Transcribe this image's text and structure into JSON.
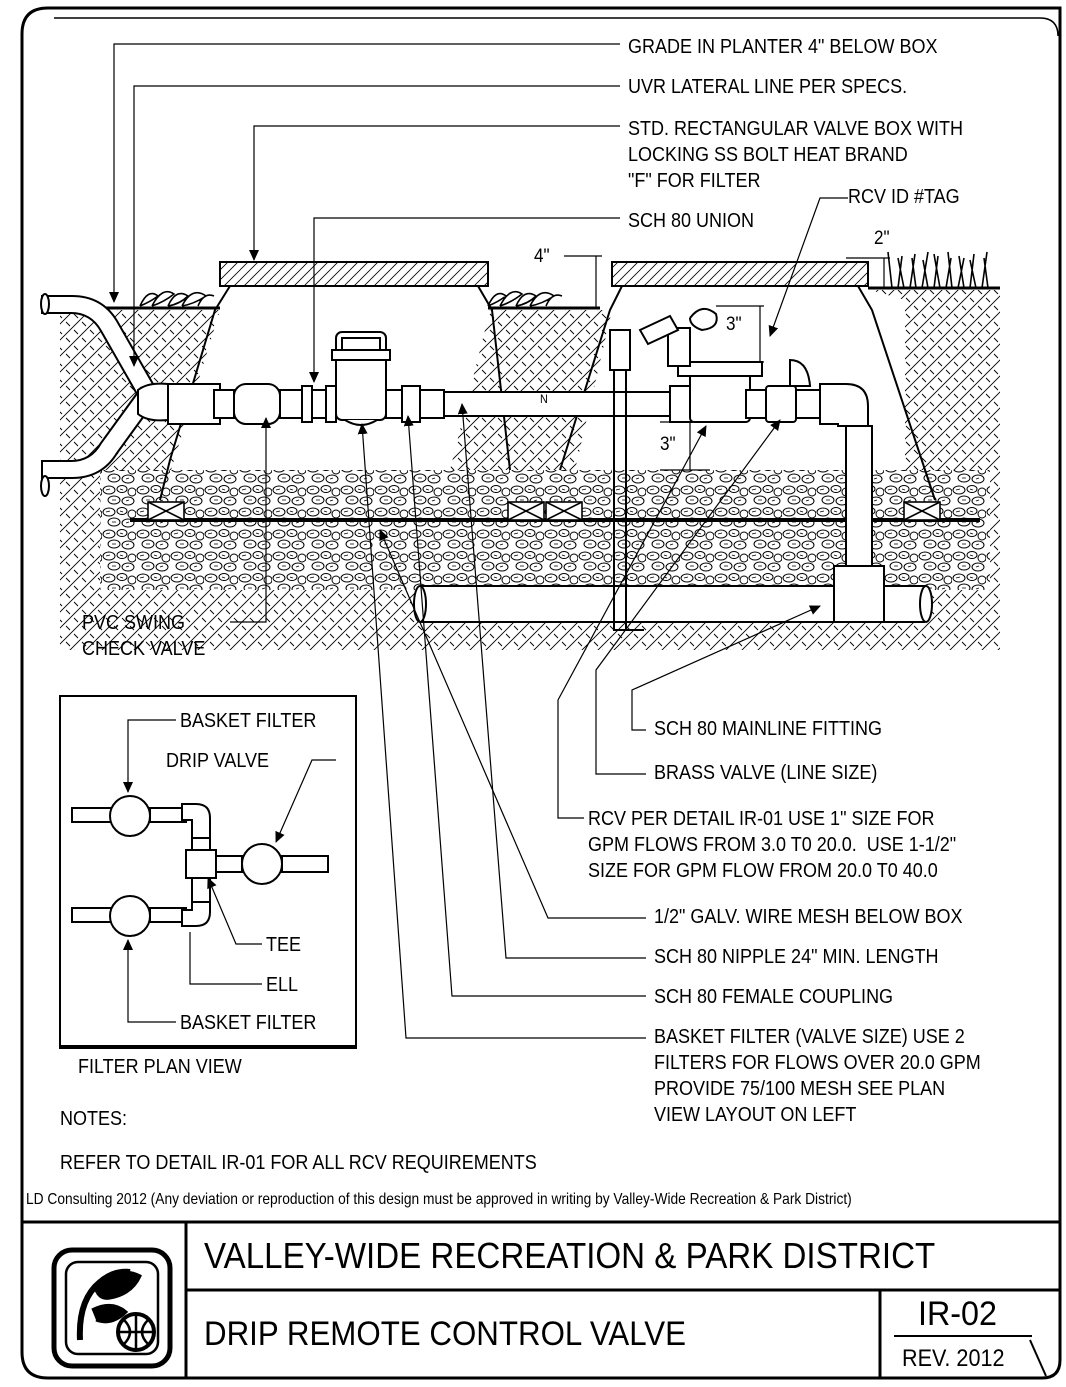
{
  "callouts_right": {
    "grade": "GRADE IN PLANTER 4\" BELOW BOX",
    "uvr": "UVR LATERAL LINE PER SPECS.",
    "valve_box": "STD. RECTANGULAR VALVE BOX WITH\nLOCKING SS BOLT HEAT BRAND\n\"F\" FOR FILTER",
    "rcv_tag": "RCV ID #TAG",
    "union": "SCH 80 UNION"
  },
  "dimensions": {
    "four_in": "4\"",
    "two_in": "2\"",
    "three_in_top": "3\"",
    "three_in_bottom": "3\"",
    "flow_mark": "N"
  },
  "callout_left": {
    "check_valve": "PVC SWING\nCHECK VALVE"
  },
  "callouts_bottom": {
    "mainline_fitting": "SCH 80 MAINLINE FITTING",
    "brass_valve": "BRASS VALVE (LINE SIZE)",
    "rcv": "RCV PER DETAIL IR-01 USE 1\" SIZE FOR\nGPM FLOWS FROM 3.0 T0 20.0.  USE 1-1/2\"\nSIZE FOR GPM FLOW FROM 20.0 T0 40.0",
    "wire_mesh": "1/2\" GALV. WIRE MESH BELOW BOX",
    "nipple": "SCH 80 NIPPLE 24\" MIN. LENGTH",
    "coupling": "SCH 80 FEMALE COUPLING",
    "basket": "BASKET FILTER (VALVE SIZE) USE 2\nFILTERS FOR FLOWS OVER 20.0 GPM\nPROVIDE 75/100 MESH SEE PLAN\nVIEW LAYOUT ON LEFT"
  },
  "plan_view": {
    "basket_top": "BASKET FILTER",
    "drip_valve": "DRIP VALVE",
    "tee": "TEE",
    "ell": "ELL",
    "basket_bottom": "BASKET FILTER",
    "caption": "FILTER PLAN VIEW"
  },
  "notes": {
    "heading": "NOTES:",
    "line1": "REFER TO DETAIL IR-01 FOR ALL RCV REQUIREMENTS"
  },
  "credit": "LD Consulting 2012  (Any deviation or reproduction of this design must be approved in writing by Valley-Wide Recreation & Park District)",
  "title_block": {
    "agency": "VALLEY-WIDE RECREATION & PARK DISTRICT",
    "title": "DRIP REMOTE CONTROL VALVE",
    "sheet": "IR-02",
    "revision": "REV. 2012"
  },
  "colors": {
    "ink": "#000000",
    "paper": "#ffffff"
  },
  "icons": [
    "district-logo-icon",
    "plant-icon",
    "grass-icon",
    "arrow-icon"
  ]
}
